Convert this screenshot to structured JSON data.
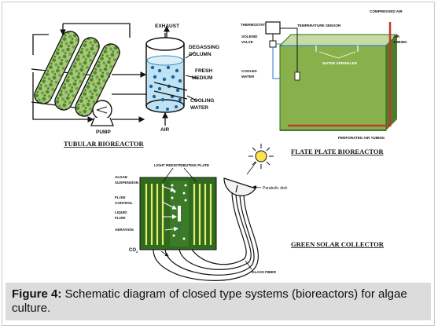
{
  "tubular": {
    "title": "TUBULAR BIOREACTOR",
    "exhaust": "EXHAUST",
    "degassing_1": "DEGASSING",
    "degassing_2": "COLUMN",
    "fresh_1": "FRESH",
    "fresh_2": "MEDIUM",
    "cooling_1": "COOLING",
    "cooling_2": "WATER",
    "air": "AIR",
    "pump": "PUMP"
  },
  "flat": {
    "title": "FLATE PLATE BIOREACTOR",
    "thermostat": "THERMOSTAT",
    "temp_sensor": "TEMPERATURE SENSOR",
    "compressed_air": "COMPRESSED AIR",
    "solenoid_1": "SOLENID",
    "solenoid_2": "VALVE",
    "air_tubing_1": "AIR",
    "air_tubing_2": "TUBING",
    "cooled_1": "COOLED",
    "cooled_2": "WATER",
    "sprinkler": "WATER SPRINKLER",
    "perforated": "PERFORATED AIR TUBING"
  },
  "solar": {
    "title": "GREEN SOLAR COLLECTOR",
    "light_plate": "LIGHT REDISTRIBUTING PLATE",
    "algae_1": "ALGAE",
    "algae_2": "SUSPENSION",
    "flow_1": "FLOW",
    "flow_2": "CONTROL",
    "liquid_1": "LIQUID",
    "liquid_2": "FLOW",
    "aeration": "AERATION",
    "co2_main": "CO",
    "co2_sub": "2",
    "parabolic": "Parabolic dish",
    "glass_fiber": "GLASS FIBER"
  },
  "caption": {
    "label": "Figure 4:",
    "text": " Schematic diagram of closed type systems (bioreactors) for algae culture."
  },
  "colors": {
    "algae_green": "#8cae4c",
    "tube_green": "#5d8f3b",
    "water_blue": "#bfe3f2",
    "dot_blue": "#1e5fa8",
    "plate_green": "#88b04b",
    "dark_green": "#2f6a1e",
    "sun_yellow": "#ffe14d",
    "caption_bg": "#dcdcdc"
  }
}
